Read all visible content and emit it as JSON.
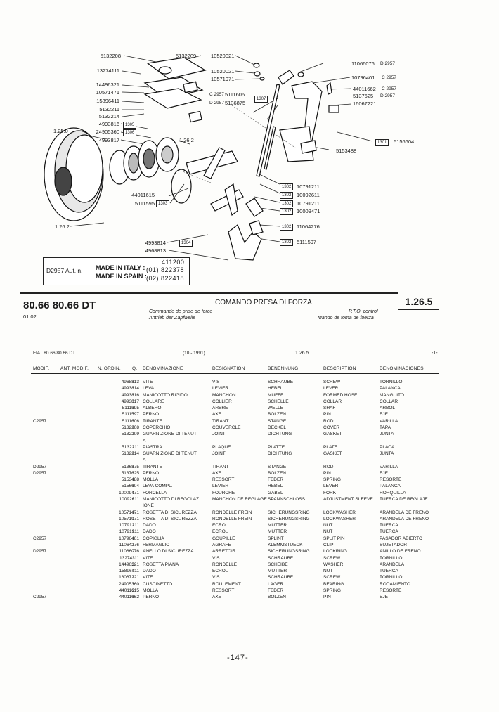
{
  "diagram": {
    "part_numbers": [
      "5132208",
      "5132209",
      "10520021",
      "11066076",
      "D 2957",
      "13274111",
      "10520021",
      "10571971",
      "10796401",
      "C 2957",
      "14496321",
      "44011662",
      "C 2957",
      "10571471",
      "C 2957",
      "5111606",
      "5137625",
      "D 2957",
      "15896411",
      "D 2957",
      "5136875",
      "16067221",
      "5132211",
      "5132214",
      "4993816",
      "1.25.0",
      "24905360",
      "4993817",
      "1.26.2",
      "5156604",
      "5153488",
      "10791211",
      "10092611",
      "10791211",
      "10009471",
      "44011615",
      "5111595",
      "11064276",
      "1.26.2",
      "5111597",
      "4993814",
      "4968813"
    ],
    "boxed_refs": [
      "1305",
      "1306",
      "1307",
      "1301",
      "1302",
      "1302",
      "1302",
      "1302",
      "1303",
      "1302",
      "1302",
      "1304"
    ]
  },
  "origin": {
    "aut_label": "D2957 Aut. n.",
    "made_italy": "MADE IN ITALY :",
    "made_spain": "MADE IN SPAIN :",
    "code_1": "411200",
    "code_2": "(01) 822378",
    "code_3": "(02) 822418"
  },
  "title_block": {
    "model": "80.66 80.66 DT",
    "model_sub": "01 02",
    "group_title": "COMANDO PRESA DI FORZA",
    "note_fr": "Commande de prise de force",
    "note_de": "Antrieb der Zapfwelle",
    "note_en": "P.T.O. control",
    "note_es": "Mando de toma de fuerza",
    "group_code": "1.26.5"
  },
  "parts_header": {
    "model_ref": "FIAT 80.66 80.66 DT",
    "date": "(10 - 1991)",
    "group": "1.26.5",
    "page": "-1-",
    "columns": [
      "MODIF.",
      "ANT. MODIF.",
      "N. ORDIN.",
      "Q.",
      "DENOMINAZIONE",
      "DESIGNATION",
      "BENENNUNG",
      "DESCRIPTION",
      "DENOMINACIONES"
    ]
  },
  "parts": [
    {
      "mod": "",
      "ord": "4968813",
      "q": "1",
      "it": "VITE",
      "fr": "VIS",
      "de": "SCHRAUBE",
      "en": "SCREW",
      "es": "TORNILLO"
    },
    {
      "mod": "",
      "ord": "4993814",
      "q": "1",
      "it": "LEVA",
      "fr": "LEVIER",
      "de": "HEBEL",
      "en": "LEVER",
      "es": "PALANCA"
    },
    {
      "mod": "",
      "ord": "4993816",
      "q": "1",
      "it": "MANICOTTO RIGIDO",
      "fr": "MANCHON",
      "de": "MUFFE",
      "en": "FORMED HOSE",
      "es": "MANGUITO"
    },
    {
      "mod": "",
      "ord": "4993817",
      "q": "1",
      "it": "COLLARE",
      "fr": "COLLIER",
      "de": "SCHELLE",
      "en": "COLLAR",
      "es": "COLLAR"
    },
    {
      "mod": "",
      "ord": "5111595",
      "q": "1",
      "it": "ALBERO",
      "fr": "ARBRE",
      "de": "WELLE",
      "en": "SHAFT",
      "es": "ARBOL"
    },
    {
      "mod": "",
      "ord": "5111597",
      "q": "1",
      "it": "PERNO",
      "fr": "AXE",
      "de": "BOLZEN",
      "en": "PIN",
      "es": "EJE"
    },
    {
      "mod": "C2957",
      "ord": "5111606",
      "q": "1",
      "it": "TIRANTE",
      "fr": "TIRANT",
      "de": "STANGE",
      "en": "ROD",
      "es": "VARILLA"
    },
    {
      "mod": "",
      "ord": "5132208",
      "q": "1",
      "it": "COPERCHIO",
      "fr": "COUVERCLE",
      "de": "DECKEL",
      "en": "COVER",
      "es": "TAPA"
    },
    {
      "mod": "",
      "ord": "5132209",
      "q": "1",
      "it": "GUARNIZIONE DI TENUT",
      "fr": "JOINT",
      "de": "DICHTUNG",
      "en": "GASKET",
      "es": "JUNTA"
    },
    {
      "mod": "",
      "ord": "",
      "q": "",
      "it": "A",
      "fr": "",
      "de": "",
      "en": "",
      "es": ""
    },
    {
      "mod": "",
      "ord": "5132211",
      "q": "1",
      "it": "PIASTRA",
      "fr": "PLAQUE",
      "de": "PLATTE",
      "en": "PLATE",
      "es": "PLACA"
    },
    {
      "mod": "",
      "ord": "5132214",
      "q": "1",
      "it": "GUARNIZIONE DI TENUT",
      "fr": "JOINT",
      "de": "DICHTUNG",
      "en": "GASKET",
      "es": "JUNTA"
    },
    {
      "mod": "",
      "ord": "",
      "q": "",
      "it": "A",
      "fr": "",
      "de": "",
      "en": "",
      "es": ""
    },
    {
      "mod": "D2957",
      "ord": "5136875",
      "q": "1",
      "it": "TIRANTE",
      "fr": "TIRANT",
      "de": "STANGE",
      "en": "ROD",
      "es": "VARILLA"
    },
    {
      "mod": "D2957",
      "ord": "5137625",
      "q": "1",
      "it": "PERNO",
      "fr": "AXE",
      "de": "BOLZEN",
      "en": "PIN",
      "es": "EJE"
    },
    {
      "mod": "",
      "ord": "5153488",
      "q": "1",
      "it": "MOLLA",
      "fr": "RESSORT",
      "de": "FEDER",
      "en": "SPRING",
      "es": "RESORTE"
    },
    {
      "mod": "",
      "ord": "5156604",
      "q": "1",
      "it": "LEVA COMPL.",
      "fr": "LEVIER",
      "de": "HEBEL",
      "en": "LEVER",
      "es": "PALANCA"
    },
    {
      "mod": "",
      "ord": "10009471",
      "q": "1",
      "it": "FORCELLA",
      "fr": "FOURCHE",
      "de": "GABEL",
      "en": "FORK",
      "es": "HORQUILLA"
    },
    {
      "mod": "",
      "ord": "10092611",
      "q": "1",
      "it": "MANICOTTO DI REGOLAZ",
      "fr": "MANCHON DE REGLAGE",
      "de": "SPANNSCHLOSS",
      "en": "ADJUSTMENT SLEEVE",
      "es": "TUERCA DE REGLAJE"
    },
    {
      "mod": "",
      "ord": "",
      "q": "",
      "it": "IONE",
      "fr": "",
      "de": "",
      "en": "",
      "es": ""
    },
    {
      "mod": "",
      "ord": "10571471",
      "q": "3",
      "it": "ROSETTA DI SICUREZZA",
      "fr": "RONDELLE FREIN",
      "de": "SICHERUNGSRING",
      "en": "LOCKWASHER",
      "es": "ARANDELA DE FRENO"
    },
    {
      "mod": "",
      "ord": "10571971",
      "q": "1",
      "it": "ROSETTA DI SICUREZZA",
      "fr": "RONDELLE FREIN",
      "de": "SICHERUNGSRING",
      "en": "LOCKWASHER",
      "es": "ARANDELA DE FRENO"
    },
    {
      "mod": "",
      "ord": "10791211",
      "q": "1",
      "it": "DADO",
      "fr": "ECROU",
      "de": "MUTTER",
      "en": "NUT",
      "es": "TUERCA"
    },
    {
      "mod": "",
      "ord": "10791911",
      "q": "1",
      "it": "DADO",
      "fr": "ECROU",
      "de": "MUTTER",
      "en": "NUT",
      "es": "TUERCA"
    },
    {
      "mod": "C2957",
      "ord": "10796401",
      "q": "1",
      "it": "COPIGLIA",
      "fr": "GOUPILLE",
      "de": "SPLINT",
      "en": "SPLIT PIN",
      "es": "PASADOR ABIERTO"
    },
    {
      "mod": "",
      "ord": "11064276",
      "q": "1",
      "it": "FERMAGLIO",
      "fr": "AGRAFE",
      "de": "KLEMMSTUECK",
      "en": "CLIP",
      "es": "SUJETADOR"
    },
    {
      "mod": "D2957",
      "ord": "11066076",
      "q": "2",
      "it": "ANELLO DI SICUREZZA",
      "fr": "ARRETOIR",
      "de": "SICHERUNGSRING",
      "en": "LOCKRING",
      "es": "ANILLO DE FRENO"
    },
    {
      "mod": "",
      "ord": "13274111",
      "q": "3",
      "it": "VITE",
      "fr": "VIS",
      "de": "SCHRAUBE",
      "en": "SCREW",
      "es": "TORNILLO"
    },
    {
      "mod": "",
      "ord": "14496321",
      "q": "3",
      "it": "ROSETTA PIANA",
      "fr": "RONDELLE",
      "de": "SCHEIBE",
      "en": "WASHER",
      "es": "ARANDELA"
    },
    {
      "mod": "",
      "ord": "15896411",
      "q": "3",
      "it": "DADO",
      "fr": "ECROU",
      "de": "MUTTER",
      "en": "NUT",
      "es": "TUERCA"
    },
    {
      "mod": "",
      "ord": "16067221",
      "q": "1",
      "it": "VITE",
      "fr": "VIS",
      "de": "SCHRAUBE",
      "en": "SCREW",
      "es": "TORNILLO"
    },
    {
      "mod": "",
      "ord": "24905360",
      "q": "1",
      "it": "CUSCINETTO",
      "fr": "ROULEMENT",
      "de": "LAGER",
      "en": "BEARING",
      "es": "RODAMIENTO"
    },
    {
      "mod": "",
      "ord": "44011615",
      "q": "2",
      "it": "MOLLA",
      "fr": "RESSORT",
      "de": "FEDER",
      "en": "SPRING",
      "es": "RESORTE"
    },
    {
      "mod": "C2957",
      "ord": "44011662",
      "q": "1",
      "it": "PERNO",
      "fr": "AXE",
      "de": "BOLZEN",
      "en": "PIN",
      "es": "EJE"
    }
  ],
  "footer": {
    "page_number": "-147-"
  }
}
